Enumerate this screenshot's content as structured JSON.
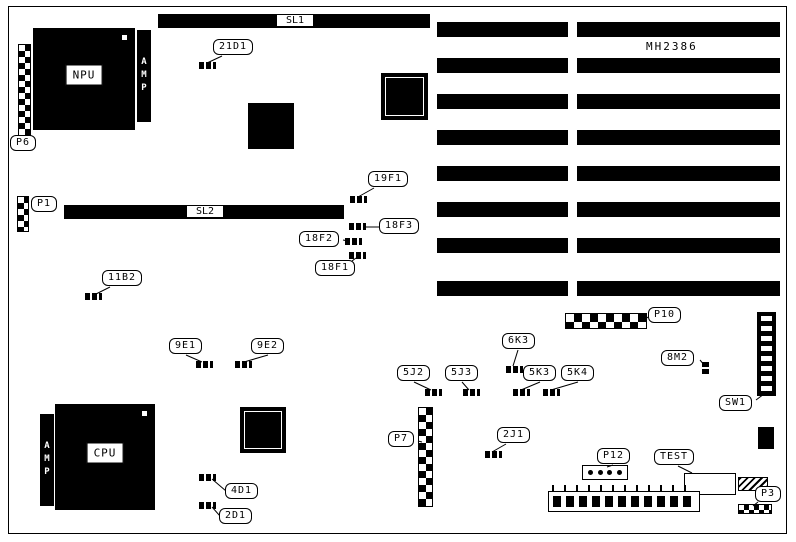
{
  "chip_marking": "MH2386",
  "sockets": {
    "npu_label": "NPU",
    "cpu_label": "CPU"
  },
  "connector_strips": {
    "amp_top": "AMP",
    "amp_bottom": "AMP"
  },
  "slots": {
    "sl1": "SL1",
    "sl2": "SL2"
  },
  "callouts": {
    "p6": "P6",
    "p1": "P1",
    "c21d1": "21D1",
    "c19f1": "19F1",
    "c18f3": "18F3",
    "c18f2": "18F2",
    "c18f1": "18F1",
    "c11b2": "11B2",
    "c9e1": "9E1",
    "c9e2": "9E2",
    "c6k3": "6K3",
    "c5j2": "5J2",
    "c5j3": "5J3",
    "c5k3": "5K3",
    "c5k4": "5K4",
    "c8m2": "8M2",
    "p10": "P10",
    "sw1": "SW1",
    "p7": "P7",
    "c2j1": "2J1",
    "p12": "P12",
    "test": "TEST",
    "p3": "P3",
    "c4d1": "4D1",
    "c2d1": "2D1"
  }
}
